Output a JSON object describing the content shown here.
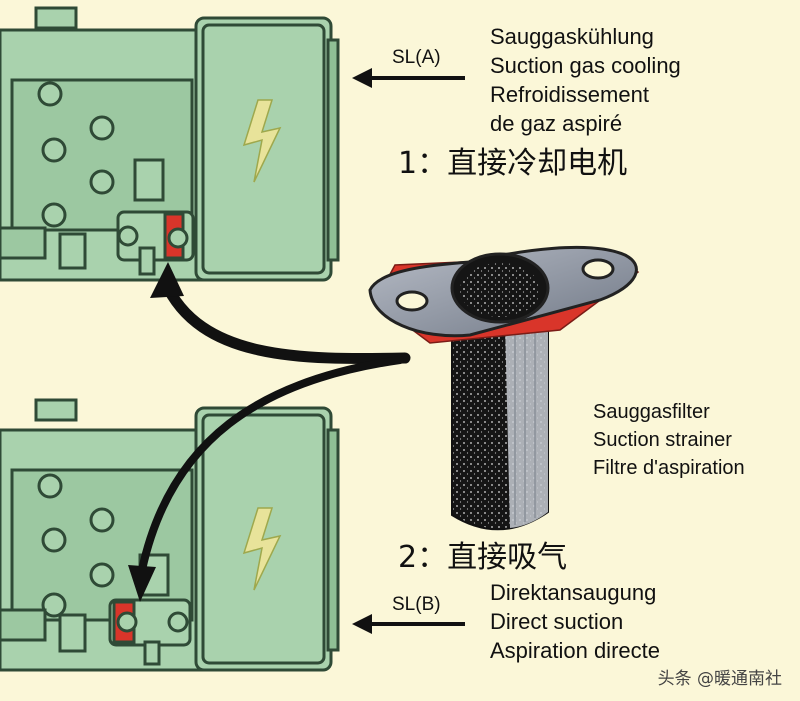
{
  "top": {
    "arrow_label": "SL(A)",
    "label_lines": [
      "Sauggaskühlung",
      "Suction gas cooling",
      "Refroidissement",
      "de gaz aspiré"
    ],
    "cn_title": "1：直接冷却电机"
  },
  "bottom": {
    "arrow_label": "SL(B)",
    "label_lines": [
      "Direktansaugung",
      "Direct suction",
      "Aspiration directe"
    ],
    "cn_title": "2：直接吸气"
  },
  "filter": {
    "label_lines": [
      "Sauggasfilter",
      "Suction strainer",
      "Filtre d'aspiration"
    ]
  },
  "watermark": "头条 @暖通南社",
  "colors": {
    "background": "#fbf7d8",
    "compressor_fill": "#a9d2ad",
    "compressor_stroke": "#2f4a36",
    "bolt_flash": "#e8e39a",
    "gasket_red": "#d9352a",
    "strainer_dark": "#1a1a1a",
    "flange_grey": "#8e96a2"
  }
}
